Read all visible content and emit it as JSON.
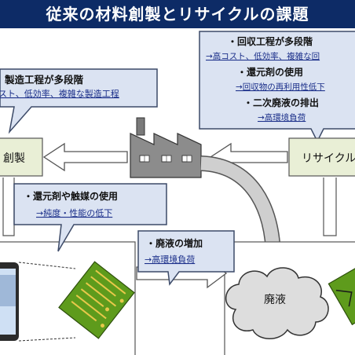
{
  "title": "従来の材料創製とリサイクルの課題",
  "colors": {
    "header_bg": "#0d2b66",
    "callout_fill": "#dbe3f2",
    "callout_stroke": "#3c4a68",
    "node_fill": "#e9efd6",
    "arrow_fill": "#ffffff",
    "arrow_stroke": "#555555",
    "text_dark": "#111111",
    "link_blue": "#1b2f8a",
    "cloud_fill": "#dddddd",
    "board_green": "#5e9b1c"
  },
  "callouts": {
    "manufacturing": {
      "title": "製造工程が多段階",
      "detail": "スト、低効率、複雑な製造工程"
    },
    "recycling": {
      "line1_title": "・回収工程が多段階",
      "line1_detail": "→高コスト、低効率、複雑な回",
      "line2_title": "・還元剤の使用",
      "line2_detail": "→回収物の再利用性低下",
      "line3_title": "・二次廃液の排出",
      "line3_detail": "→高環境負荷"
    },
    "reductant": {
      "title": "・還元剤や触媒の使用",
      "detail": "→純度・性能の低下"
    },
    "wasteliquid": {
      "title": "・廃液の増加",
      "detail": "→高環境負荷"
    }
  },
  "nodes": {
    "creation": "創製",
    "recycle": "リサイクル",
    "waste": "廃液"
  },
  "icons": {
    "factory": "factory-icon",
    "smartphone": "smartphone-icon",
    "circuit_board": "circuit-board-icon",
    "waste_cloud": "cloud-icon"
  }
}
